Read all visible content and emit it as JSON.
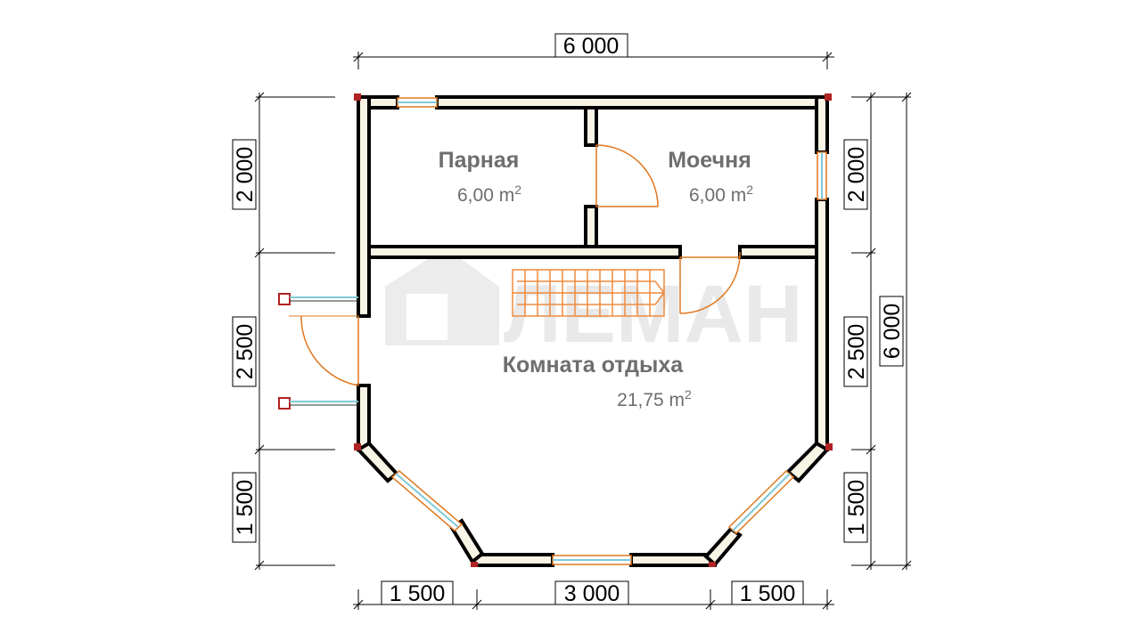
{
  "watermark": {
    "text": "ЛЕМАН"
  },
  "rooms": [
    {
      "name": "Парная",
      "area": "6,00 m",
      "sup": "2"
    },
    {
      "name": "Моечня",
      "area": "6,00 m",
      "sup": "2"
    },
    {
      "name": "Комната отдыха",
      "area": "21,75 m",
      "sup": "2"
    }
  ],
  "dimensions": {
    "top": "6 000",
    "bottom": [
      "1 500",
      "3 000",
      "1 500"
    ],
    "left": [
      "2 000",
      "2 500",
      "1 500"
    ],
    "right": [
      "2 000",
      "2 500",
      "1 500"
    ],
    "right_total": "6 000"
  },
  "colors": {
    "wall_fill": "#f8f4e6",
    "wall_stroke": "#000000",
    "door_arc": "#e07820",
    "window_frame": "#e07820",
    "window_glass": "#7fc9d6",
    "stairs": "#f08a3c",
    "corner_post": "#b22222",
    "room_text": "#6e6e6e",
    "watermark": "#e9e9e9"
  }
}
